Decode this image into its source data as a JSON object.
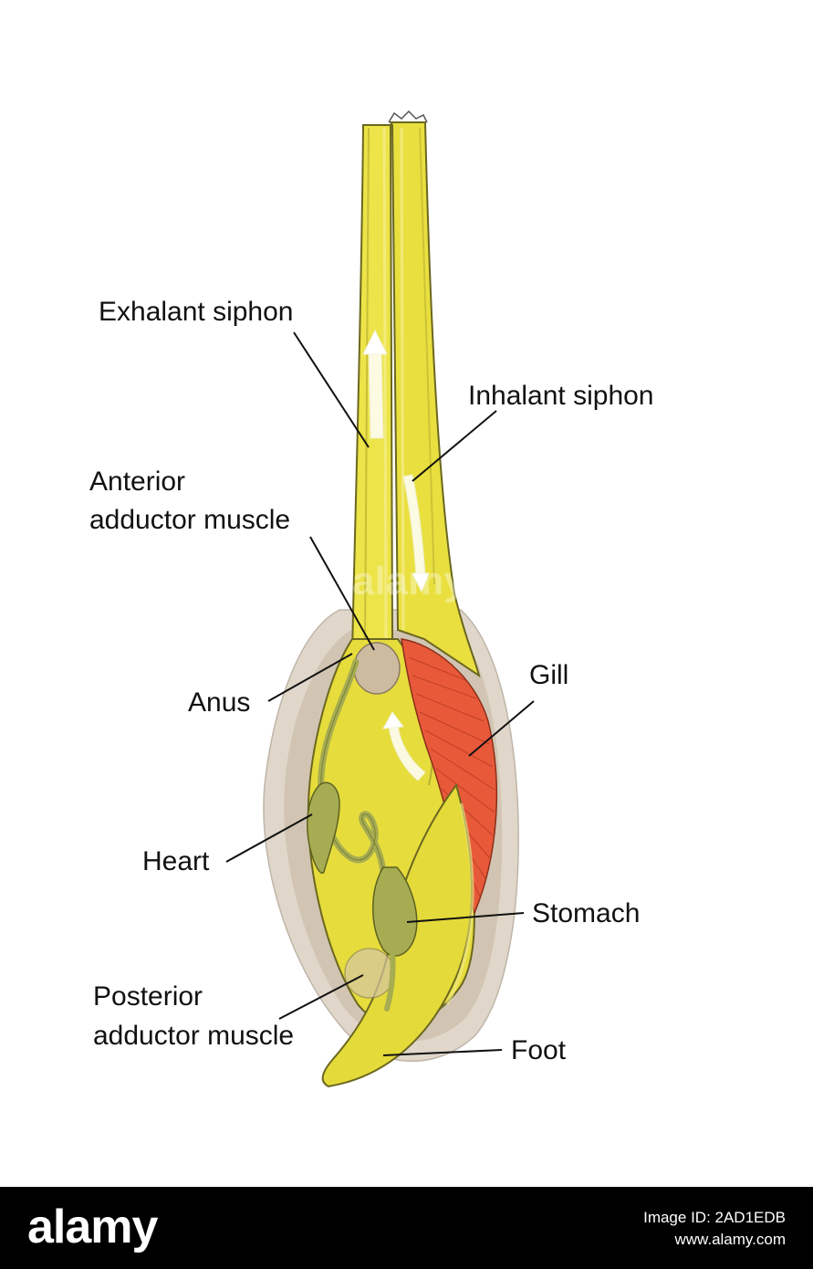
{
  "labels": {
    "exhalant_siphon": "Exhalant siphon",
    "inhalant_siphon": "Inhalant siphon",
    "anterior_line1": "Anterior",
    "anterior_line2": "adductor muscle",
    "gill": "Gill",
    "anus": "Anus",
    "heart": "Heart",
    "stomach": "Stomach",
    "posterior_line1": "Posterior",
    "posterior_line2": "adductor muscle",
    "foot": "Foot"
  },
  "watermark": "alamy",
  "footer": {
    "brand": "alamy",
    "image_id": "Image ID: 2AD1EDB",
    "url": "www.alamy.com"
  },
  "colors": {
    "body_yellow": "#e6dc3c",
    "siphon_yellow": "#ece448",
    "shell": "#b8a890",
    "gill_red": "#e8593a",
    "organ_green": "#a6ac52",
    "adductor": "#cdbba0",
    "footer_bg": "#000000"
  }
}
